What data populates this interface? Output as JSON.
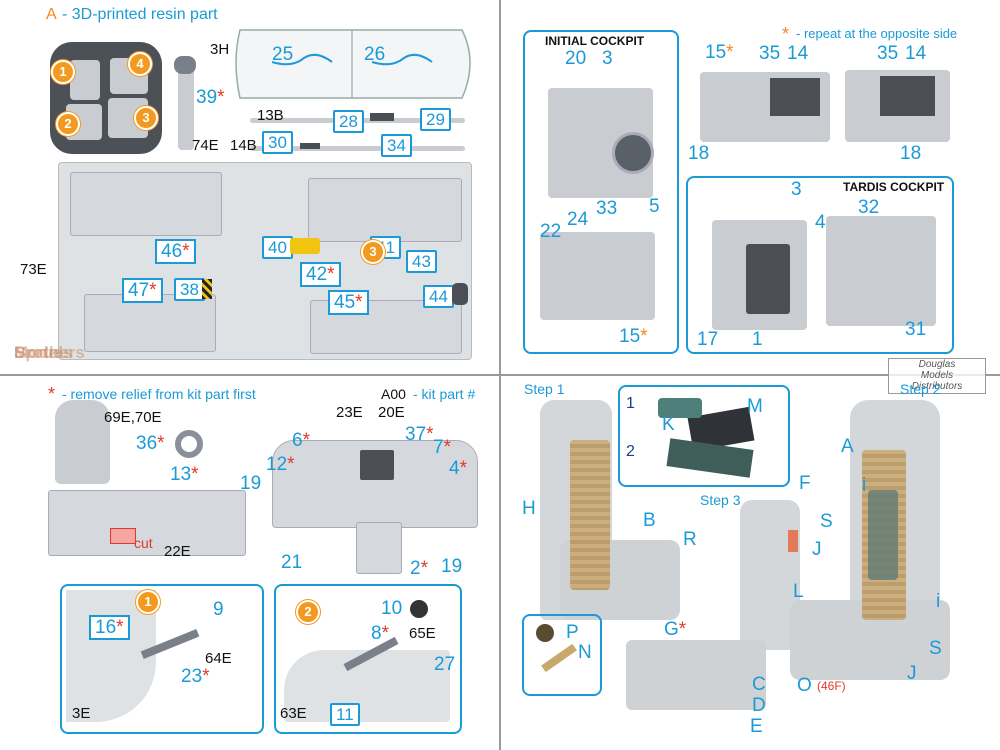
{
  "q1": {
    "legend_letter": "A",
    "legend_text": "- 3D-printed resin part",
    "labels": {
      "l3H": "3H",
      "l25": "25",
      "l26": "26",
      "l13B": "13B",
      "l14B": "14B",
      "l28": "28",
      "l29": "29",
      "l30": "30",
      "l34": "34",
      "l39": "39",
      "l74E": "74E",
      "l46": "46",
      "l40": "40",
      "l42": "42",
      "l41": "41",
      "l43": "43",
      "l44": "44",
      "l73E": "73E",
      "l47": "47",
      "l38": "38",
      "l45": "45",
      "c1": "1",
      "c2": "2",
      "c3": "3",
      "c4": "4",
      "c3b": "3"
    },
    "star": "*"
  },
  "q2": {
    "legend_text": "- repeat at the opposite side",
    "initial_title": "INITIAL COCKPIT",
    "tardis_title": "TARDIS COCKPIT",
    "labels": {
      "i20": "20",
      "i3": "3",
      "i33": "33",
      "i5": "5",
      "i22": "22",
      "i24": "24",
      "i15": "15",
      "s15": "15",
      "s35a": "35",
      "s14a": "14",
      "s35b": "35",
      "s14b": "14",
      "s18a": "18",
      "s18b": "18",
      "t3": "3",
      "t4": "4",
      "t32": "32",
      "t17": "17",
      "t1": "1",
      "t31": "31"
    },
    "watermark_lines": [
      "Douglas",
      "Models",
      "Distributors"
    ]
  },
  "q3": {
    "legend_text": "- remove relief from kit part first",
    "kit_part_code": "A00",
    "kit_part_text": "- kit part #",
    "labels": {
      "l69": "69E,70E",
      "l36": "36",
      "l13": "13",
      "cut": "cut",
      "l22E": "22E",
      "l23E": "23E",
      "l20E": "20E",
      "l6": "6",
      "l37": "37",
      "l12": "12",
      "l7": "7",
      "l4": "4",
      "l19a": "19",
      "l19b": "19",
      "l21": "21",
      "l2": "2",
      "l9": "9",
      "l16": "16",
      "l64E": "64E",
      "l23": "23",
      "l3E": "3E",
      "c1": "1",
      "l10": "10",
      "l8": "8",
      "l65E": "65E",
      "l27": "27",
      "l63E": "63E",
      "l11": "11",
      "c2": "2"
    },
    "watermark_lines": [
      "Sprue",
      "Brothers",
      "Models"
    ]
  },
  "q4": {
    "step1": "Step 1",
    "step2": "Step 2",
    "step3": "Step 3",
    "labels": {
      "n1": "1",
      "n2": "2",
      "M": "M",
      "K": "K",
      "H": "H",
      "B": "B",
      "R": "R",
      "F": "F",
      "A": "A",
      "i1": "i",
      "S1": "S",
      "J1": "J",
      "L": "L",
      "i2": "i",
      "S2": "S",
      "J2": "J",
      "G": "G",
      "C": "C",
      "D": "D",
      "E": "E",
      "O": "O",
      "P": "P",
      "N": "N",
      "note": "(46F)"
    }
  }
}
